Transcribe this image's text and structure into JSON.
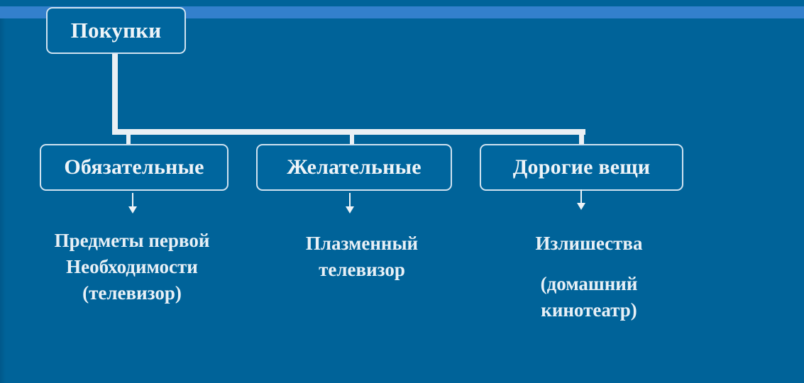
{
  "diagram": {
    "type": "hierarchy",
    "colors": {
      "background": "#006399",
      "top_band": "#3380cc",
      "box_border": "#cfe2f0",
      "text": "#e8f0f6",
      "connector": "#eaf0f4"
    },
    "root": {
      "label": "Покупки"
    },
    "categories": [
      {
        "label": "Обязательные",
        "arrow_icon": "down-arrow-icon",
        "description": [
          "Предметы первой",
          "Необходимости",
          "(телевизор)"
        ]
      },
      {
        "label": "Желательные",
        "arrow_icon": "down-arrow-icon",
        "description": [
          "Плазменный",
          "телевизор"
        ]
      },
      {
        "label": "Дорогие вещи",
        "arrow_icon": "down-arrow-icon",
        "description_title": "Излишества",
        "description": [
          "(домашний",
          "кинотеатр)"
        ]
      }
    ]
  }
}
